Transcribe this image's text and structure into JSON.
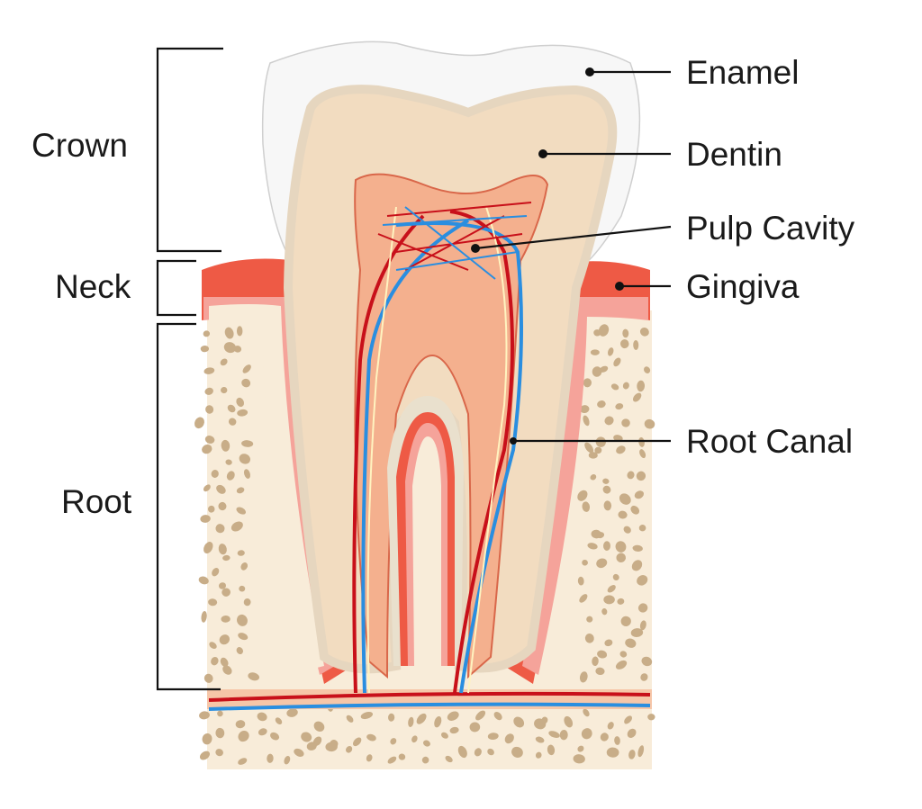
{
  "title": "Tooth anatomy",
  "regions": {
    "crown": "Crown",
    "neck": "Neck",
    "root": "Root"
  },
  "parts": {
    "enamel": "Enamel",
    "dentin": "Dentin",
    "pulp_cavity": "Pulp Cavity",
    "gingiva": "Gingiva",
    "root_canal": "Root Canal"
  },
  "colors": {
    "enamel": "#f7f7f7",
    "dentin": "#f2dcc0",
    "pulp": "#f4b08e",
    "gingiva": "#ee5a45",
    "bone": "#f8ecd9",
    "bone_holes": "#c8ad88",
    "artery": "#c8101a",
    "vein": "#2a8ee0"
  }
}
